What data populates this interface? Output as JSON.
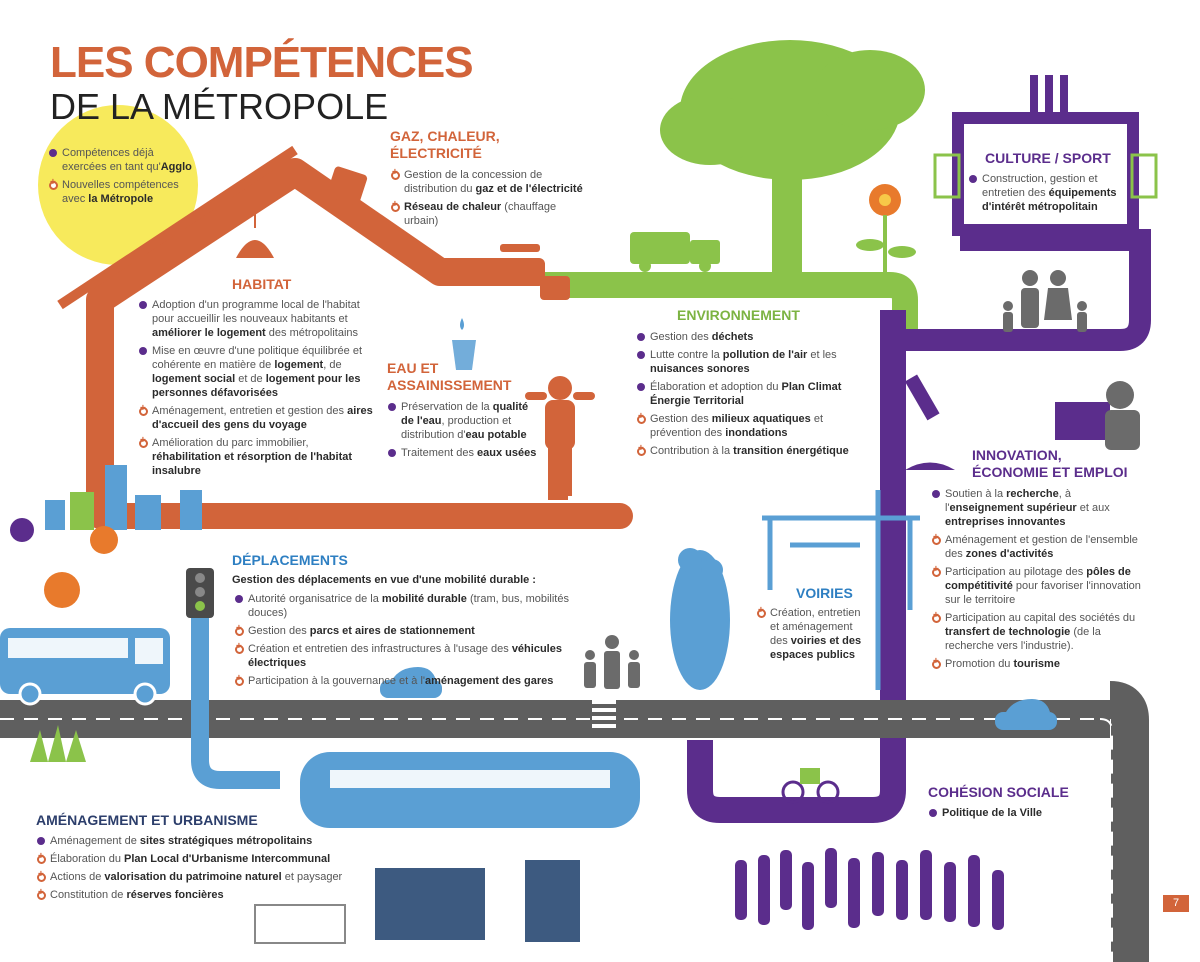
{
  "title": {
    "line1": "LES COMPÉTENCES",
    "line2": "DE LA MÉTROPOLE"
  },
  "legend": {
    "existing": [
      "Compétences déjà exercées en tant qu'",
      "Agglo"
    ],
    "new": [
      "Nouvelles compétences avec ",
      "la Métropole"
    ]
  },
  "colors": {
    "orange": "#d2643a",
    "green": "#7cb342",
    "purple": "#5b2d8c",
    "blue": "#5a9fd4",
    "grey": "#5f5f5f",
    "yellow": "#f7ea5c",
    "navy": "#2c3e6b"
  },
  "sections": {
    "gaz": {
      "title": [
        "GAZ, CHALEUR,",
        "ÉLECTRICITÉ"
      ],
      "items": [
        {
          "type": "new",
          "parts": [
            "Gestion de la concession de distribution du ",
            "gaz et de l'électricité"
          ]
        },
        {
          "type": "new",
          "parts": [
            "",
            "Réseau de chaleur",
            " (chauffage urbain)"
          ]
        }
      ]
    },
    "habitat": {
      "title": "HABITAT",
      "items": [
        {
          "type": "existing",
          "parts": [
            "Adoption d'un programme local de l'habitat pour accueillir les nouveaux habitants et ",
            "améliorer le logement",
            " des métropolitains"
          ]
        },
        {
          "type": "existing",
          "parts": [
            "Mise en œuvre d'une politique équilibrée et cohérente en matière de ",
            "logement",
            ", de ",
            "logement social",
            " et de ",
            "logement pour les personnes défavorisées"
          ]
        },
        {
          "type": "new",
          "parts": [
            "Aménagement, entretien et gestion des ",
            "aires d'accueil des gens du voyage"
          ]
        },
        {
          "type": "new",
          "parts": [
            "Amélioration du parc immobilier, ",
            "réhabilitation et résorption de l'habitat insalubre"
          ]
        }
      ]
    },
    "eau": {
      "title": [
        "EAU ET",
        "ASSAINISSEMENT"
      ],
      "items": [
        {
          "type": "existing",
          "parts": [
            "Préservation de la ",
            "qualité de l'eau",
            ", production et distribution d'",
            "eau potable"
          ]
        },
        {
          "type": "existing",
          "parts": [
            "Traitement des ",
            "eaux usées"
          ]
        }
      ]
    },
    "environnement": {
      "title": "ENVIRONNEMENT",
      "items": [
        {
          "type": "existing",
          "parts": [
            "Gestion des ",
            "déchets"
          ]
        },
        {
          "type": "existing",
          "parts": [
            "Lutte contre la ",
            "pollution de l'air",
            " et les ",
            "nuisances sonores"
          ]
        },
        {
          "type": "existing",
          "parts": [
            "Élaboration et adoption du ",
            "Plan Climat Énergie Territorial"
          ]
        },
        {
          "type": "new",
          "parts": [
            "Gestion des ",
            "milieux aquatiques",
            " et prévention des ",
            "inondations"
          ]
        },
        {
          "type": "new",
          "parts": [
            "Contribution à la ",
            "transition énergétique"
          ]
        }
      ]
    },
    "culture": {
      "title": "CULTURE / SPORT",
      "items": [
        {
          "type": "existing",
          "parts": [
            "Construction, gestion et entretien des ",
            "équipements d'intérêt métropolitain"
          ]
        }
      ]
    },
    "innovation": {
      "title": [
        "INNOVATION,",
        "ÉCONOMIE ET EMPLOI"
      ],
      "items": [
        {
          "type": "existing",
          "parts": [
            "Soutien à la ",
            "recherche",
            ", à l'",
            "enseignement supérieur",
            " et aux ",
            "entreprises innovantes"
          ]
        },
        {
          "type": "new",
          "parts": [
            "Aménagement et gestion de l'ensemble des ",
            "zones d'activités"
          ]
        },
        {
          "type": "new",
          "parts": [
            "Participation au pilotage des ",
            "pôles de compétitivité",
            " pour favoriser l'innovation sur le territoire"
          ]
        },
        {
          "type": "new",
          "parts": [
            "Participation au capital des sociétés du ",
            "transfert de technologie",
            " (de la recherche vers l'industrie)."
          ]
        },
        {
          "type": "new",
          "parts": [
            "Promotion du ",
            "tourisme"
          ]
        }
      ]
    },
    "deplacements": {
      "title": "DÉPLACEMENTS",
      "intro": "Gestion des déplacements en vue d'une mobilité durable :",
      "items": [
        {
          "type": "existing",
          "parts": [
            "Autorité organisatrice de la ",
            "mobilité durable",
            " (tram, bus, mobilités douces)"
          ]
        },
        {
          "type": "new",
          "parts": [
            "Gestion des ",
            "parcs et aires de stationnement"
          ]
        },
        {
          "type": "new",
          "parts": [
            "Création et entretien des infrastructures à l'usage des ",
            "véhicules électriques"
          ]
        },
        {
          "type": "new",
          "parts": [
            "Participation à la gouvernance et à l'",
            "aménagement des gares"
          ]
        }
      ]
    },
    "voiries": {
      "title": "VOIRIES",
      "items": [
        {
          "type": "new",
          "parts": [
            "Création, entretien et aménagement des ",
            "voiries et des espaces publics"
          ]
        }
      ]
    },
    "cohesion": {
      "title": "COHÉSION SOCIALE",
      "items": [
        {
          "type": "existing",
          "parts": [
            "",
            "Politique de la Ville"
          ]
        }
      ]
    },
    "amenagement": {
      "title": "AMÉNAGEMENT ET URBANISME",
      "items": [
        {
          "type": "existing",
          "parts": [
            "Aménagement de ",
            "sites stratégiques métropolitains"
          ]
        },
        {
          "type": "new",
          "parts": [
            "Élaboration du ",
            "Plan Local d'Urbanisme Intercommunal"
          ]
        },
        {
          "type": "new",
          "parts": [
            "Actions de ",
            "valorisation du patrimoine naturel",
            " et paysager"
          ]
        },
        {
          "type": "new",
          "parts": [
            "Constitution de ",
            "réserves foncières"
          ]
        }
      ]
    }
  },
  "page_number": "7"
}
